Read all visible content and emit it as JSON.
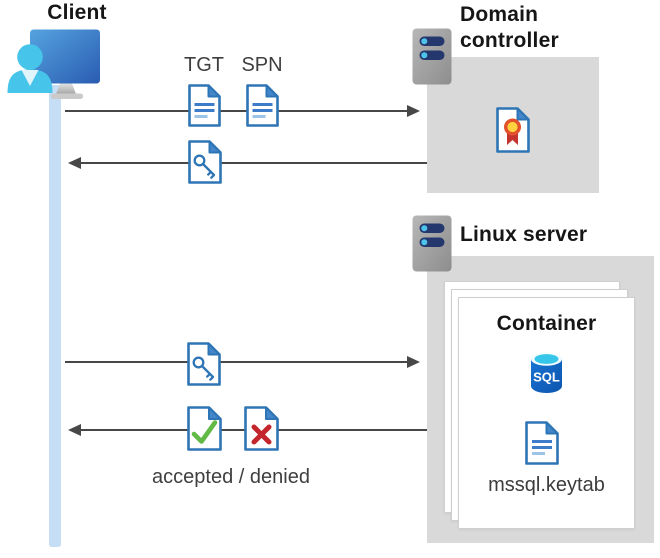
{
  "client": {
    "label": "Client"
  },
  "domain_controller": {
    "label": "Domain controller"
  },
  "linux_server": {
    "label": "Linux server"
  },
  "container": {
    "label": "Container",
    "keytab": "mssql.keytab",
    "sql_badge": "SQL"
  },
  "flow": {
    "tgt": "TGT",
    "spn": "SPN",
    "accepted_denied": "accepted / denied"
  },
  "colors": {
    "doc_border_blue": "#2E75B6",
    "doc_fold_blue": "#4486CA",
    "doc_line_blue": "#3D7CC9",
    "doc_line_light_blue": "#9DC3E6",
    "check_green": "#62B946",
    "cross_red": "#C2262C",
    "seal_yellow": "#FFD23E",
    "seal_ring_red": "#E2502C",
    "ribbon_red": "#C5332F",
    "person_cyan": "#47C4E9",
    "monitor_blue": "#2A5CB2",
    "server_pill_navy": "#25386E",
    "server_dot_cyan": "#4FC4EA",
    "sql_body_blue": "#0C55AD",
    "sql_top_cyan": "#36C6E9",
    "arrow_gray": "#474747",
    "zone_gray": "#D9D9D9",
    "lifeline_blue": "#C5DDF5"
  }
}
